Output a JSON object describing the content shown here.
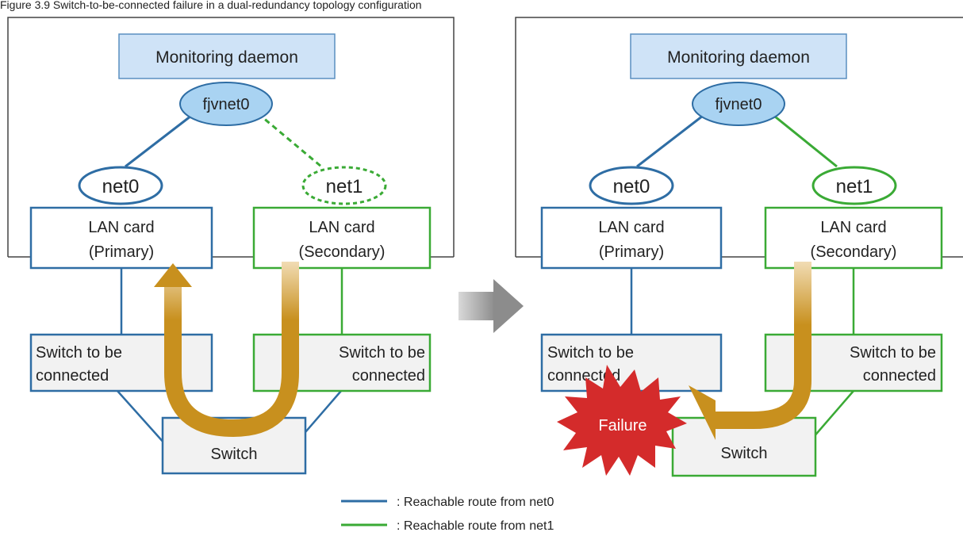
{
  "caption": "Figure 3.9 Switch-to-be-connected failure in a dual-redundancy topology configuration",
  "left_panel": {
    "daemon": "Monitoring daemon",
    "virtual_interface": "fjvnet0",
    "interfaces": [
      "net0",
      "net1"
    ],
    "cards": [
      {
        "line1": "LAN card",
        "line2": "(Primary)"
      },
      {
        "line1": "LAN card",
        "line2": "(Secondary)"
      }
    ],
    "switches": [
      {
        "line1": "Switch to be",
        "line2": "connected"
      },
      {
        "line1": "Switch to be",
        "line2": "connected"
      }
    ],
    "switch": "Switch"
  },
  "right_panel": {
    "daemon": "Monitoring daemon",
    "virtual_interface": "fjvnet0",
    "interfaces": [
      "net0",
      "net1"
    ],
    "cards": [
      {
        "line1": "LAN card",
        "line2": "(Primary)"
      },
      {
        "line1": "LAN card",
        "line2": "(Secondary)"
      }
    ],
    "switches": [
      {
        "line1": "Switch to be",
        "line2": "connected"
      },
      {
        "line1": "Switch to be",
        "line2": "connected"
      }
    ],
    "switch": "Switch",
    "failure": "Failure"
  },
  "legend": [
    {
      "text": ": Reachable route from net0",
      "color": "#2e6da4"
    },
    {
      "text": ": Reachable route from net1",
      "color": "#3aaa35"
    }
  ],
  "colors": {
    "blue": "#2e6da4",
    "green": "#3aaa35",
    "box_fill": "#f2f2f2",
    "daemon_fill": "#cfe3f7",
    "ellipse_fill": "#a9d3f2",
    "arrow": "#c8901e",
    "failure": "#d42b2b"
  }
}
